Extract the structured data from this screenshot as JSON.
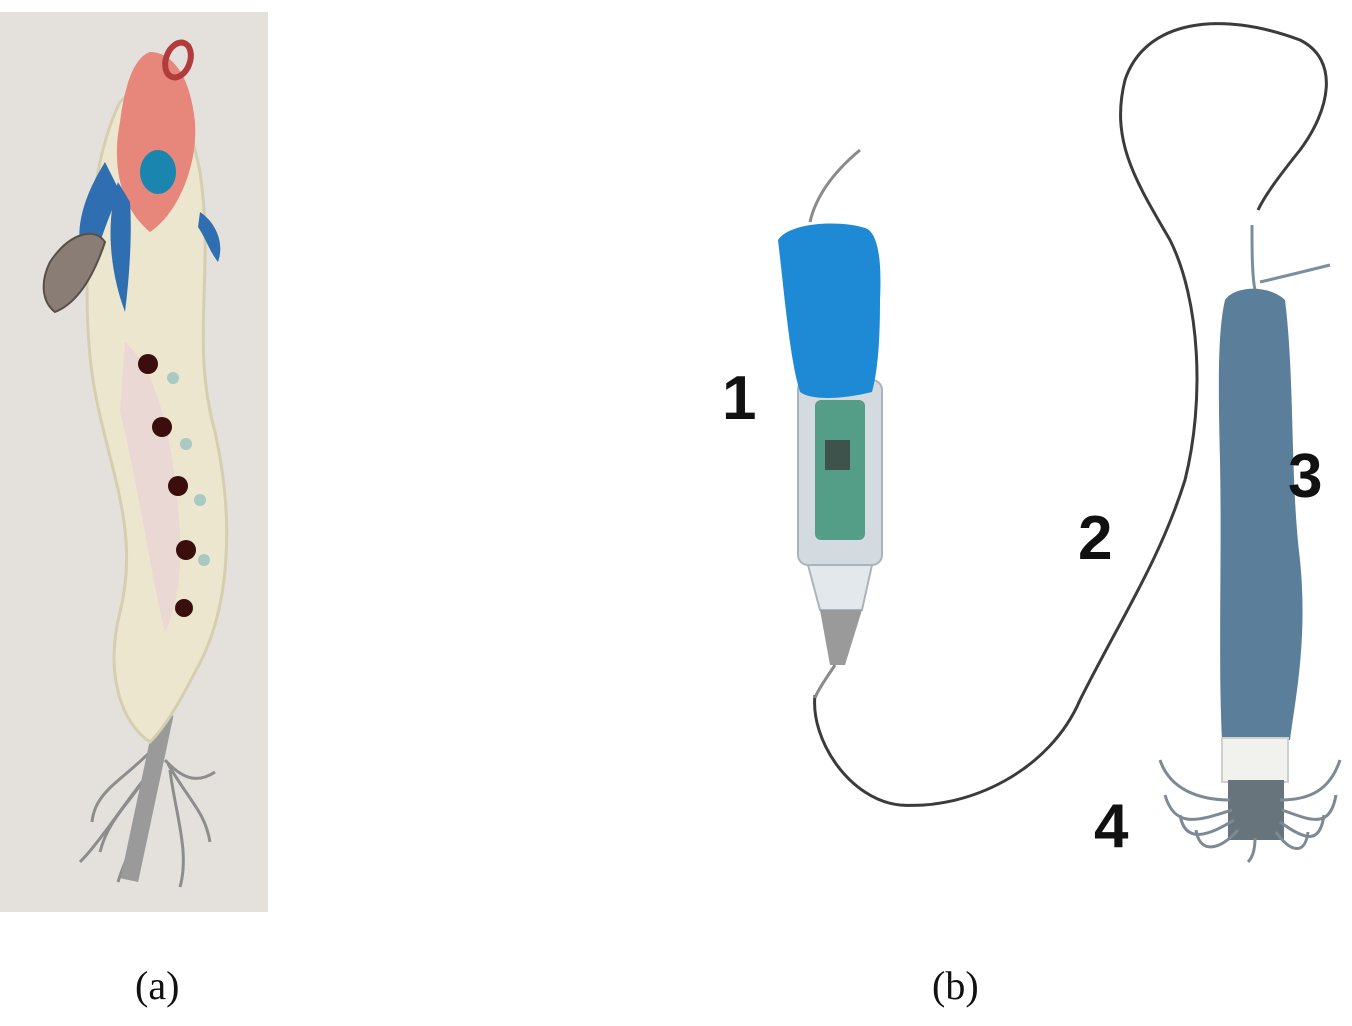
{
  "panels": {
    "a": {
      "caption": "(a)",
      "illustration": "squid-jig-lure",
      "colors": {
        "background": "#e4e1dc",
        "body": "#ece6cf",
        "head": "#e7877c",
        "feathers": "#2f6fb1",
        "eye": "#1a86b0",
        "spots": "#3b0d0d",
        "hooks": "#8d8d8d"
      }
    },
    "b": {
      "caption": "(b)",
      "illustration": "light-assembly-with-wire-and-weighted-jig",
      "labels": {
        "light": "1",
        "wire": "2",
        "weight": "3",
        "hooks": "4"
      },
      "colors": {
        "cap": "#1e8ad6",
        "tube": "#d3dbe1",
        "circuit": "#2a8a6a",
        "wire": "#3b3b3b",
        "weight": "#5b7f9a",
        "hooks": "#7c8a95"
      }
    }
  }
}
